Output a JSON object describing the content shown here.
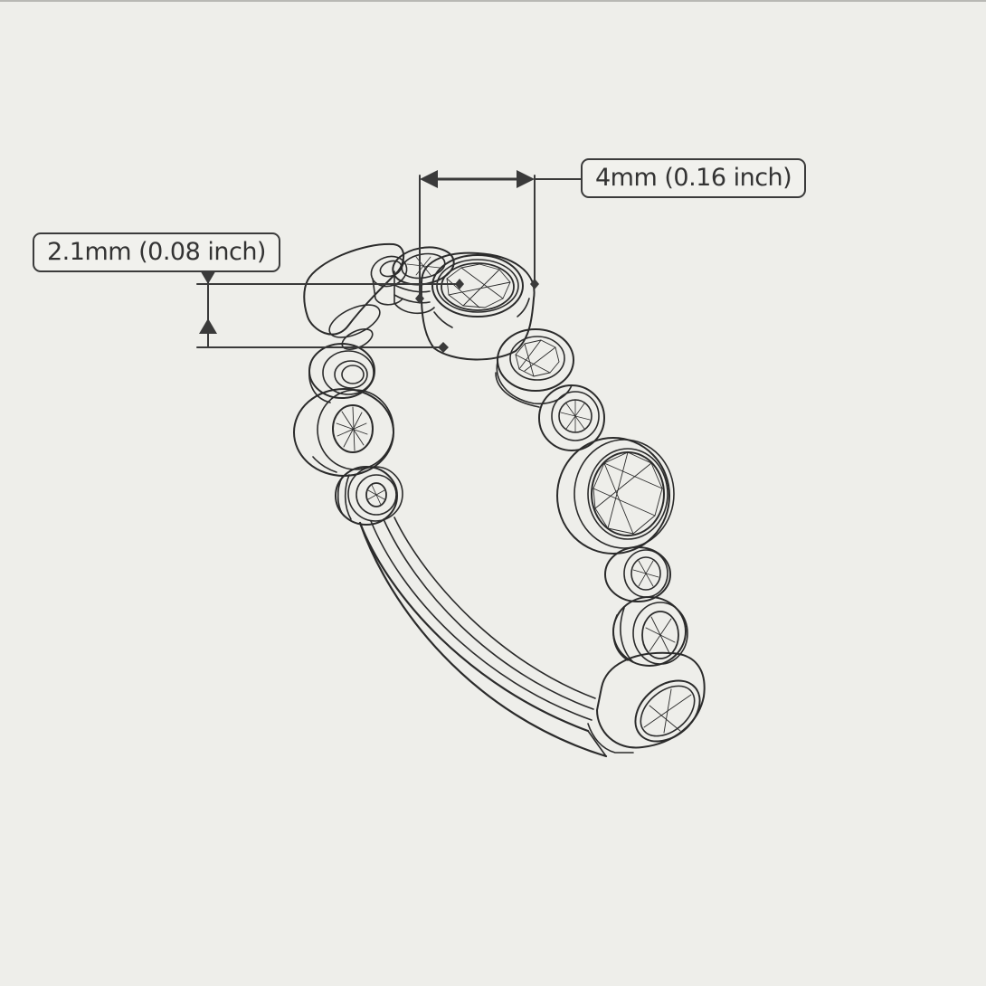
{
  "drawing": {
    "subject": "bezel-set stacking ring technical line drawing",
    "line_color": "#2b2b2b",
    "background_color": "#eeeeea"
  },
  "dimensions": {
    "width_label": "4mm (0.16 inch)",
    "height_label": "2.1mm (0.08 inch)"
  }
}
